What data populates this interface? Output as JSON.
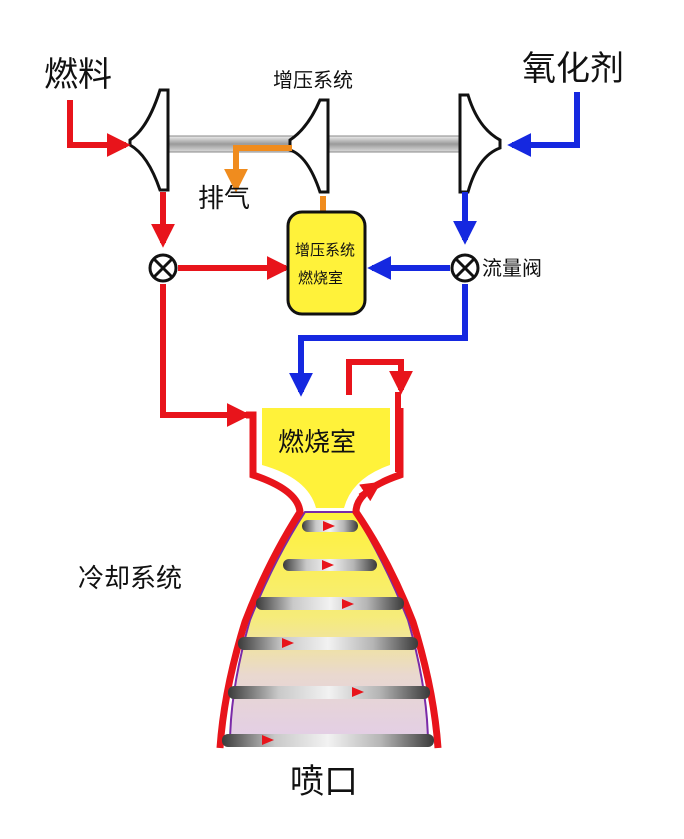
{
  "labels": {
    "fuel": "燃料",
    "oxidizer": "氧化剂",
    "pressurization_system": "增压系统",
    "exhaust": "排气",
    "gas_generator_line1": "增压系统",
    "gas_generator_line2": "燃烧室",
    "flow_valve": "流量阀",
    "combustion_chamber": "燃烧室",
    "cooling_system": "冷却系统",
    "nozzle": "喷口"
  },
  "colors": {
    "fuel_line": "#e8141b",
    "oxidizer_line": "#1528e0",
    "exhaust_line": "#f08c1e",
    "gas_generator": "#fff23a",
    "chamber": "#fff23a",
    "shaft": "#b8b8b8"
  }
}
